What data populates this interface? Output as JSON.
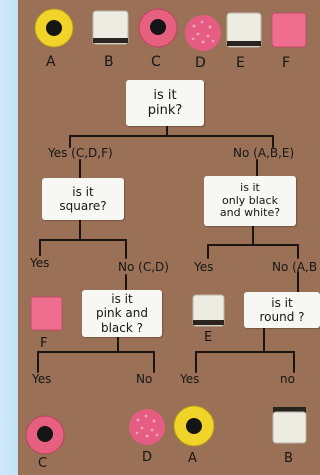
{
  "sweets_row": [
    {
      "label": "A",
      "icon": "yellow-ring-sweet-icon"
    },
    {
      "label": "B",
      "icon": "white-square-sweet-icon"
    },
    {
      "label": "C",
      "icon": "pink-ring-sweet-icon"
    },
    {
      "label": "D",
      "icon": "pink-round-sweet-icon"
    },
    {
      "label": "E",
      "icon": "white-square-sweet-icon"
    },
    {
      "label": "F",
      "icon": "pink-square-sweet-icon"
    }
  ],
  "questions": {
    "q1": [
      "is it",
      "pink?"
    ],
    "q2": [
      "is it",
      "square?"
    ],
    "q3": [
      "is it",
      "only black",
      "and white?"
    ],
    "q4": [
      "is it",
      "pink and",
      "black ?"
    ],
    "q5": [
      "is it",
      "round ?"
    ]
  },
  "branches": {
    "q1_yes": "Yes (C,D,F)",
    "q1_no": "No (A,B,E)",
    "q2_yes": "Yes",
    "q2_no": "No (C,D)",
    "q3_yes": "Yes",
    "q3_no": "No (A,B",
    "q4_yes": "Yes",
    "q4_no": "No",
    "q5_yes": "Yes",
    "q5_no": "no"
  },
  "leaves": {
    "F": "F",
    "E": "E",
    "C": "C",
    "D": "D",
    "A": "A",
    "B": "B"
  },
  "colors": {
    "board": "#9a7157",
    "pink": "#e8607f",
    "yellow": "#f0d42a",
    "white": "#ecece2",
    "black": "#151515"
  }
}
